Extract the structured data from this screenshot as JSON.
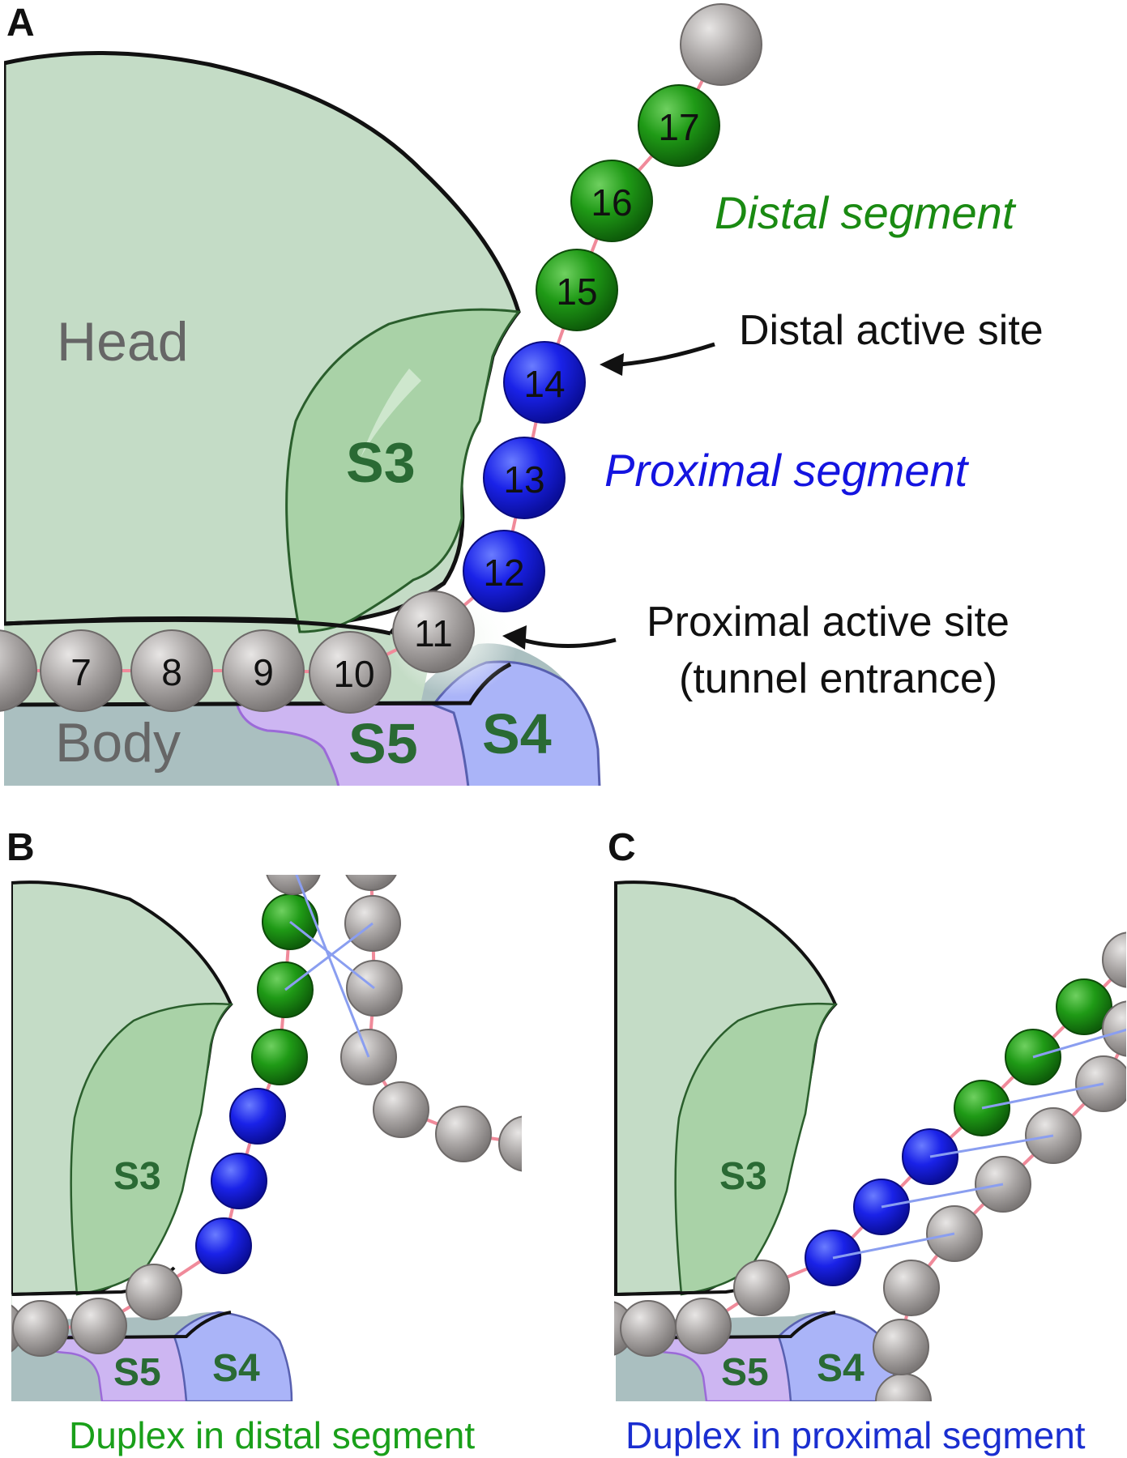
{
  "panels": {
    "A": {
      "letter": "A",
      "regions": {
        "head": "Head",
        "body": "Body",
        "s3": "S3",
        "s4": "S4",
        "s5": "S5"
      },
      "beads": [
        "7",
        "8",
        "9",
        "10",
        "11",
        "12",
        "13",
        "14",
        "15",
        "16",
        "17"
      ],
      "labels": {
        "distal_segment": "Distal segment",
        "distal_active_site": "Distal active site",
        "proximal_segment": "Proximal segment",
        "proximal_active_site_line1": "Proximal active site",
        "proximal_active_site_line2": "(tunnel entrance)"
      }
    },
    "B": {
      "letter": "B",
      "regions": {
        "s3": "S3",
        "s4": "S4",
        "s5": "S5"
      },
      "caption": "Duplex in distal segment"
    },
    "C": {
      "letter": "C",
      "regions": {
        "s3": "S3",
        "s4": "S4",
        "s5": "S5"
      },
      "caption": "Duplex in proximal segment"
    }
  },
  "colors": {
    "distal": "#1a8a12",
    "proximal": "#1414e0",
    "neutral": "#9e9a99",
    "head": "#c2dcc4",
    "s3": "#a9d2a7",
    "body": "#a9bfc0",
    "s5": "#cdb5f0",
    "s4": "#aab3f7",
    "linker": "#f08a9a",
    "pairing": "#8a9ef0",
    "caption_distal": "#1aa01a",
    "caption_proximal": "#1a2ed0"
  }
}
